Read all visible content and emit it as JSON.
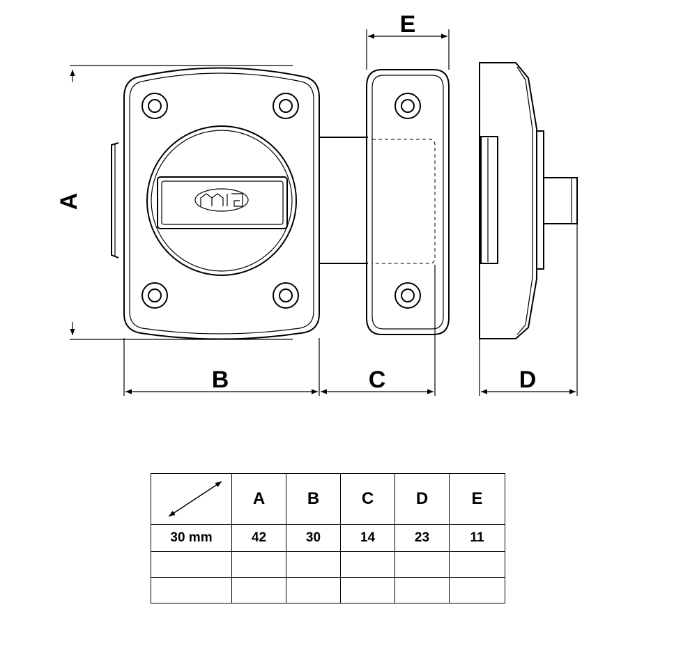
{
  "labels": {
    "A": "A",
    "B": "B",
    "C": "C",
    "D": "D",
    "E": "E"
  },
  "logo_text": "amig",
  "table": {
    "headers": [
      "A",
      "B",
      "C",
      "D",
      "E"
    ],
    "rows": [
      {
        "size": "30 mm",
        "values": [
          "42",
          "30",
          "14",
          "23",
          "11"
        ]
      }
    ]
  }
}
